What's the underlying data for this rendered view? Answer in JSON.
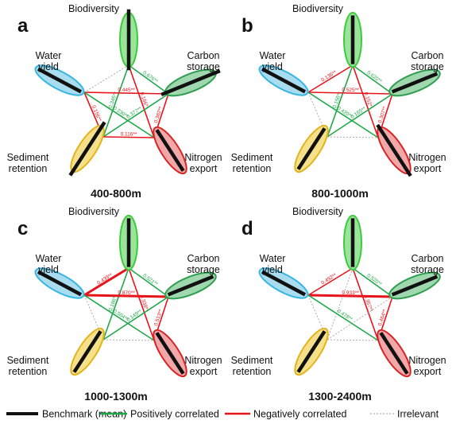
{
  "colors": {
    "positive": "#1fa84a",
    "negative": "#e8141b",
    "irrelevant": "#9a9a9a",
    "benchmark": "#111111",
    "biodiversity": {
      "fill": "#9be49b",
      "stroke": "#3ccb3c"
    },
    "carbon": {
      "fill": "#9fd8ae",
      "stroke": "#2e9e4f"
    },
    "water": {
      "fill": "#a9dcee",
      "stroke": "#36b6e0"
    },
    "sediment": {
      "fill": "#f6e08a",
      "stroke": "#e3b31a"
    },
    "nitrogen": {
      "fill": "#f2a8a8",
      "stroke": "#d92222"
    }
  },
  "service_names": {
    "biodiversity": "Biodiversity",
    "carbon": [
      "Carbon",
      "storage"
    ],
    "water": [
      "Water",
      "yield"
    ],
    "sediment": [
      "Sediment",
      "retention"
    ],
    "nitrogen": [
      "Nitrogen",
      "export"
    ]
  },
  "panels": [
    {
      "letter": "a",
      "range": "400-800m",
      "lengths": {
        "biodiversity": 1.25,
        "carbon": 1.3,
        "water": 1.0,
        "sediment": 1.3,
        "nitrogen": 1.0
      },
      "edges": [
        {
          "a": "biodiversity",
          "b": "carbon",
          "type": "positive",
          "weight": 1,
          "label": "0.676**"
        },
        {
          "a": "biodiversity",
          "b": "water",
          "type": "irrelevant",
          "weight": 1,
          "label": ""
        },
        {
          "a": "biodiversity",
          "b": "sediment",
          "type": "positive",
          "weight": 1,
          "label": "0.345**"
        },
        {
          "a": "biodiversity",
          "b": "nitrogen",
          "type": "negative",
          "weight": 1,
          "label": "0.166**"
        },
        {
          "a": "carbon",
          "b": "water",
          "type": "negative",
          "weight": 1,
          "label": "0.445**"
        },
        {
          "a": "carbon",
          "b": "sediment",
          "type": "positive",
          "weight": 1,
          "label": "0.377**"
        },
        {
          "a": "carbon",
          "b": "nitrogen",
          "type": "negative",
          "weight": 1,
          "label": "0.382**"
        },
        {
          "a": "water",
          "b": "sediment",
          "type": "negative",
          "weight": 1,
          "label": "0.156**"
        },
        {
          "a": "water",
          "b": "nitrogen",
          "type": "positive",
          "weight": 1,
          "label": "0.230**"
        },
        {
          "a": "sediment",
          "b": "nitrogen",
          "type": "negative",
          "weight": 1,
          "label": "0.116**"
        }
      ]
    },
    {
      "letter": "b",
      "range": "800-1000m",
      "lengths": {
        "biodiversity": 1.0,
        "carbon": 1.0,
        "water": 1.0,
        "sediment": 1.0,
        "nitrogen": 1.25
      },
      "edges": [
        {
          "a": "biodiversity",
          "b": "carbon",
          "type": "positive",
          "weight": 1,
          "label": "0.620**"
        },
        {
          "a": "biodiversity",
          "b": "water",
          "type": "negative",
          "weight": 1,
          "label": "0.136**"
        },
        {
          "a": "biodiversity",
          "b": "sediment",
          "type": "positive",
          "weight": 1,
          "label": "0.156**"
        },
        {
          "a": "biodiversity",
          "b": "nitrogen",
          "type": "negative",
          "weight": 1,
          "label": "0.152**"
        },
        {
          "a": "carbon",
          "b": "water",
          "type": "negative",
          "weight": 1,
          "label": "0.525**"
        },
        {
          "a": "carbon",
          "b": "sediment",
          "type": "positive",
          "weight": 1,
          "label": "0.165**"
        },
        {
          "a": "carbon",
          "b": "nitrogen",
          "type": "negative",
          "weight": 1,
          "label": "0.307**"
        },
        {
          "a": "water",
          "b": "sediment",
          "type": "irrelevant",
          "weight": 1,
          "label": ""
        },
        {
          "a": "water",
          "b": "nitrogen",
          "type": "positive",
          "weight": 1,
          "label": "0.420**"
        },
        {
          "a": "sediment",
          "b": "nitrogen",
          "type": "irrelevant",
          "weight": 1,
          "label": ""
        }
      ]
    },
    {
      "letter": "c",
      "range": "1000-1300m",
      "lengths": {
        "biodiversity": 1.0,
        "carbon": 1.0,
        "water": 1.0,
        "sediment": 1.0,
        "nitrogen": 1.0
      },
      "edges": [
        {
          "a": "biodiversity",
          "b": "carbon",
          "type": "positive",
          "weight": 1,
          "label": "0.521**"
        },
        {
          "a": "biodiversity",
          "b": "water",
          "type": "negative",
          "weight": 2,
          "label": "0.439**"
        },
        {
          "a": "biodiversity",
          "b": "sediment",
          "type": "positive",
          "weight": 1,
          "label": "0.186**"
        },
        {
          "a": "biodiversity",
          "b": "nitrogen",
          "type": "negative",
          "weight": 1,
          "label": "0.338**"
        },
        {
          "a": "carbon",
          "b": "water",
          "type": "negative",
          "weight": 2,
          "label": "0.870**"
        },
        {
          "a": "carbon",
          "b": "sediment",
          "type": "positive",
          "weight": 1,
          "label": "0.149**"
        },
        {
          "a": "carbon",
          "b": "nitrogen",
          "type": "negative",
          "weight": 1,
          "label": "0.513**"
        },
        {
          "a": "water",
          "b": "sediment",
          "type": "irrelevant",
          "weight": 1,
          "label": ""
        },
        {
          "a": "water",
          "b": "nitrogen",
          "type": "positive",
          "weight": 1,
          "label": "0.504**"
        },
        {
          "a": "sediment",
          "b": "nitrogen",
          "type": "irrelevant",
          "weight": 1,
          "label": ""
        }
      ]
    },
    {
      "letter": "d",
      "range": "1300-2400m",
      "lengths": {
        "biodiversity": 1.0,
        "carbon": 1.0,
        "water": 1.0,
        "sediment": 1.0,
        "nitrogen": 1.0
      },
      "edges": [
        {
          "a": "biodiversity",
          "b": "carbon",
          "type": "positive",
          "weight": 1,
          "label": "0.520**"
        },
        {
          "a": "biodiversity",
          "b": "water",
          "type": "negative",
          "weight": 1,
          "label": "0.492**"
        },
        {
          "a": "biodiversity",
          "b": "sediment",
          "type": "irrelevant",
          "weight": 1,
          "label": ""
        },
        {
          "a": "biodiversity",
          "b": "nitrogen",
          "type": "negative",
          "weight": 1,
          "label": "0.357**"
        },
        {
          "a": "carbon",
          "b": "water",
          "type": "negative",
          "weight": 2,
          "label": "0.933**"
        },
        {
          "a": "carbon",
          "b": "sediment",
          "type": "irrelevant",
          "weight": 1,
          "label": ""
        },
        {
          "a": "carbon",
          "b": "nitrogen",
          "type": "negative",
          "weight": 1,
          "label": "0.464**"
        },
        {
          "a": "water",
          "b": "sediment",
          "type": "irrelevant",
          "weight": 1,
          "label": ""
        },
        {
          "a": "water",
          "b": "nitrogen",
          "type": "positive",
          "weight": 1,
          "label": "0.478**"
        },
        {
          "a": "sediment",
          "b": "nitrogen",
          "type": "irrelevant",
          "weight": 1,
          "label": ""
        }
      ]
    }
  ],
  "legend": {
    "benchmark": "Benchmark (mean)",
    "positive": "Positively correlated",
    "negative": "Negatively correlated",
    "irrelevant": "Irrelevant"
  }
}
